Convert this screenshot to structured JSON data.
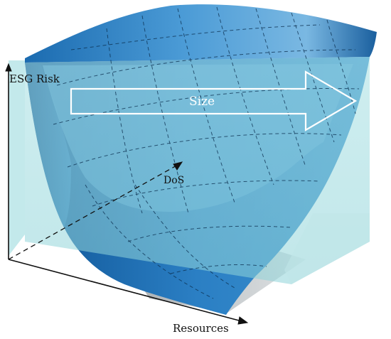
{
  "labels": {
    "y_axis": "ESG Risk",
    "x_axis": "Resources",
    "depth_axis": "DoS",
    "arrow": "Size"
  },
  "colors": {
    "surface_dark": "#1464a8",
    "surface_mid": "#3f8fcf",
    "surface_light": "#8fc4e4",
    "plane": "#9fdde0",
    "floor": "#b8bec2",
    "axis": "#111111",
    "arrow_outline": "#ffffff"
  }
}
